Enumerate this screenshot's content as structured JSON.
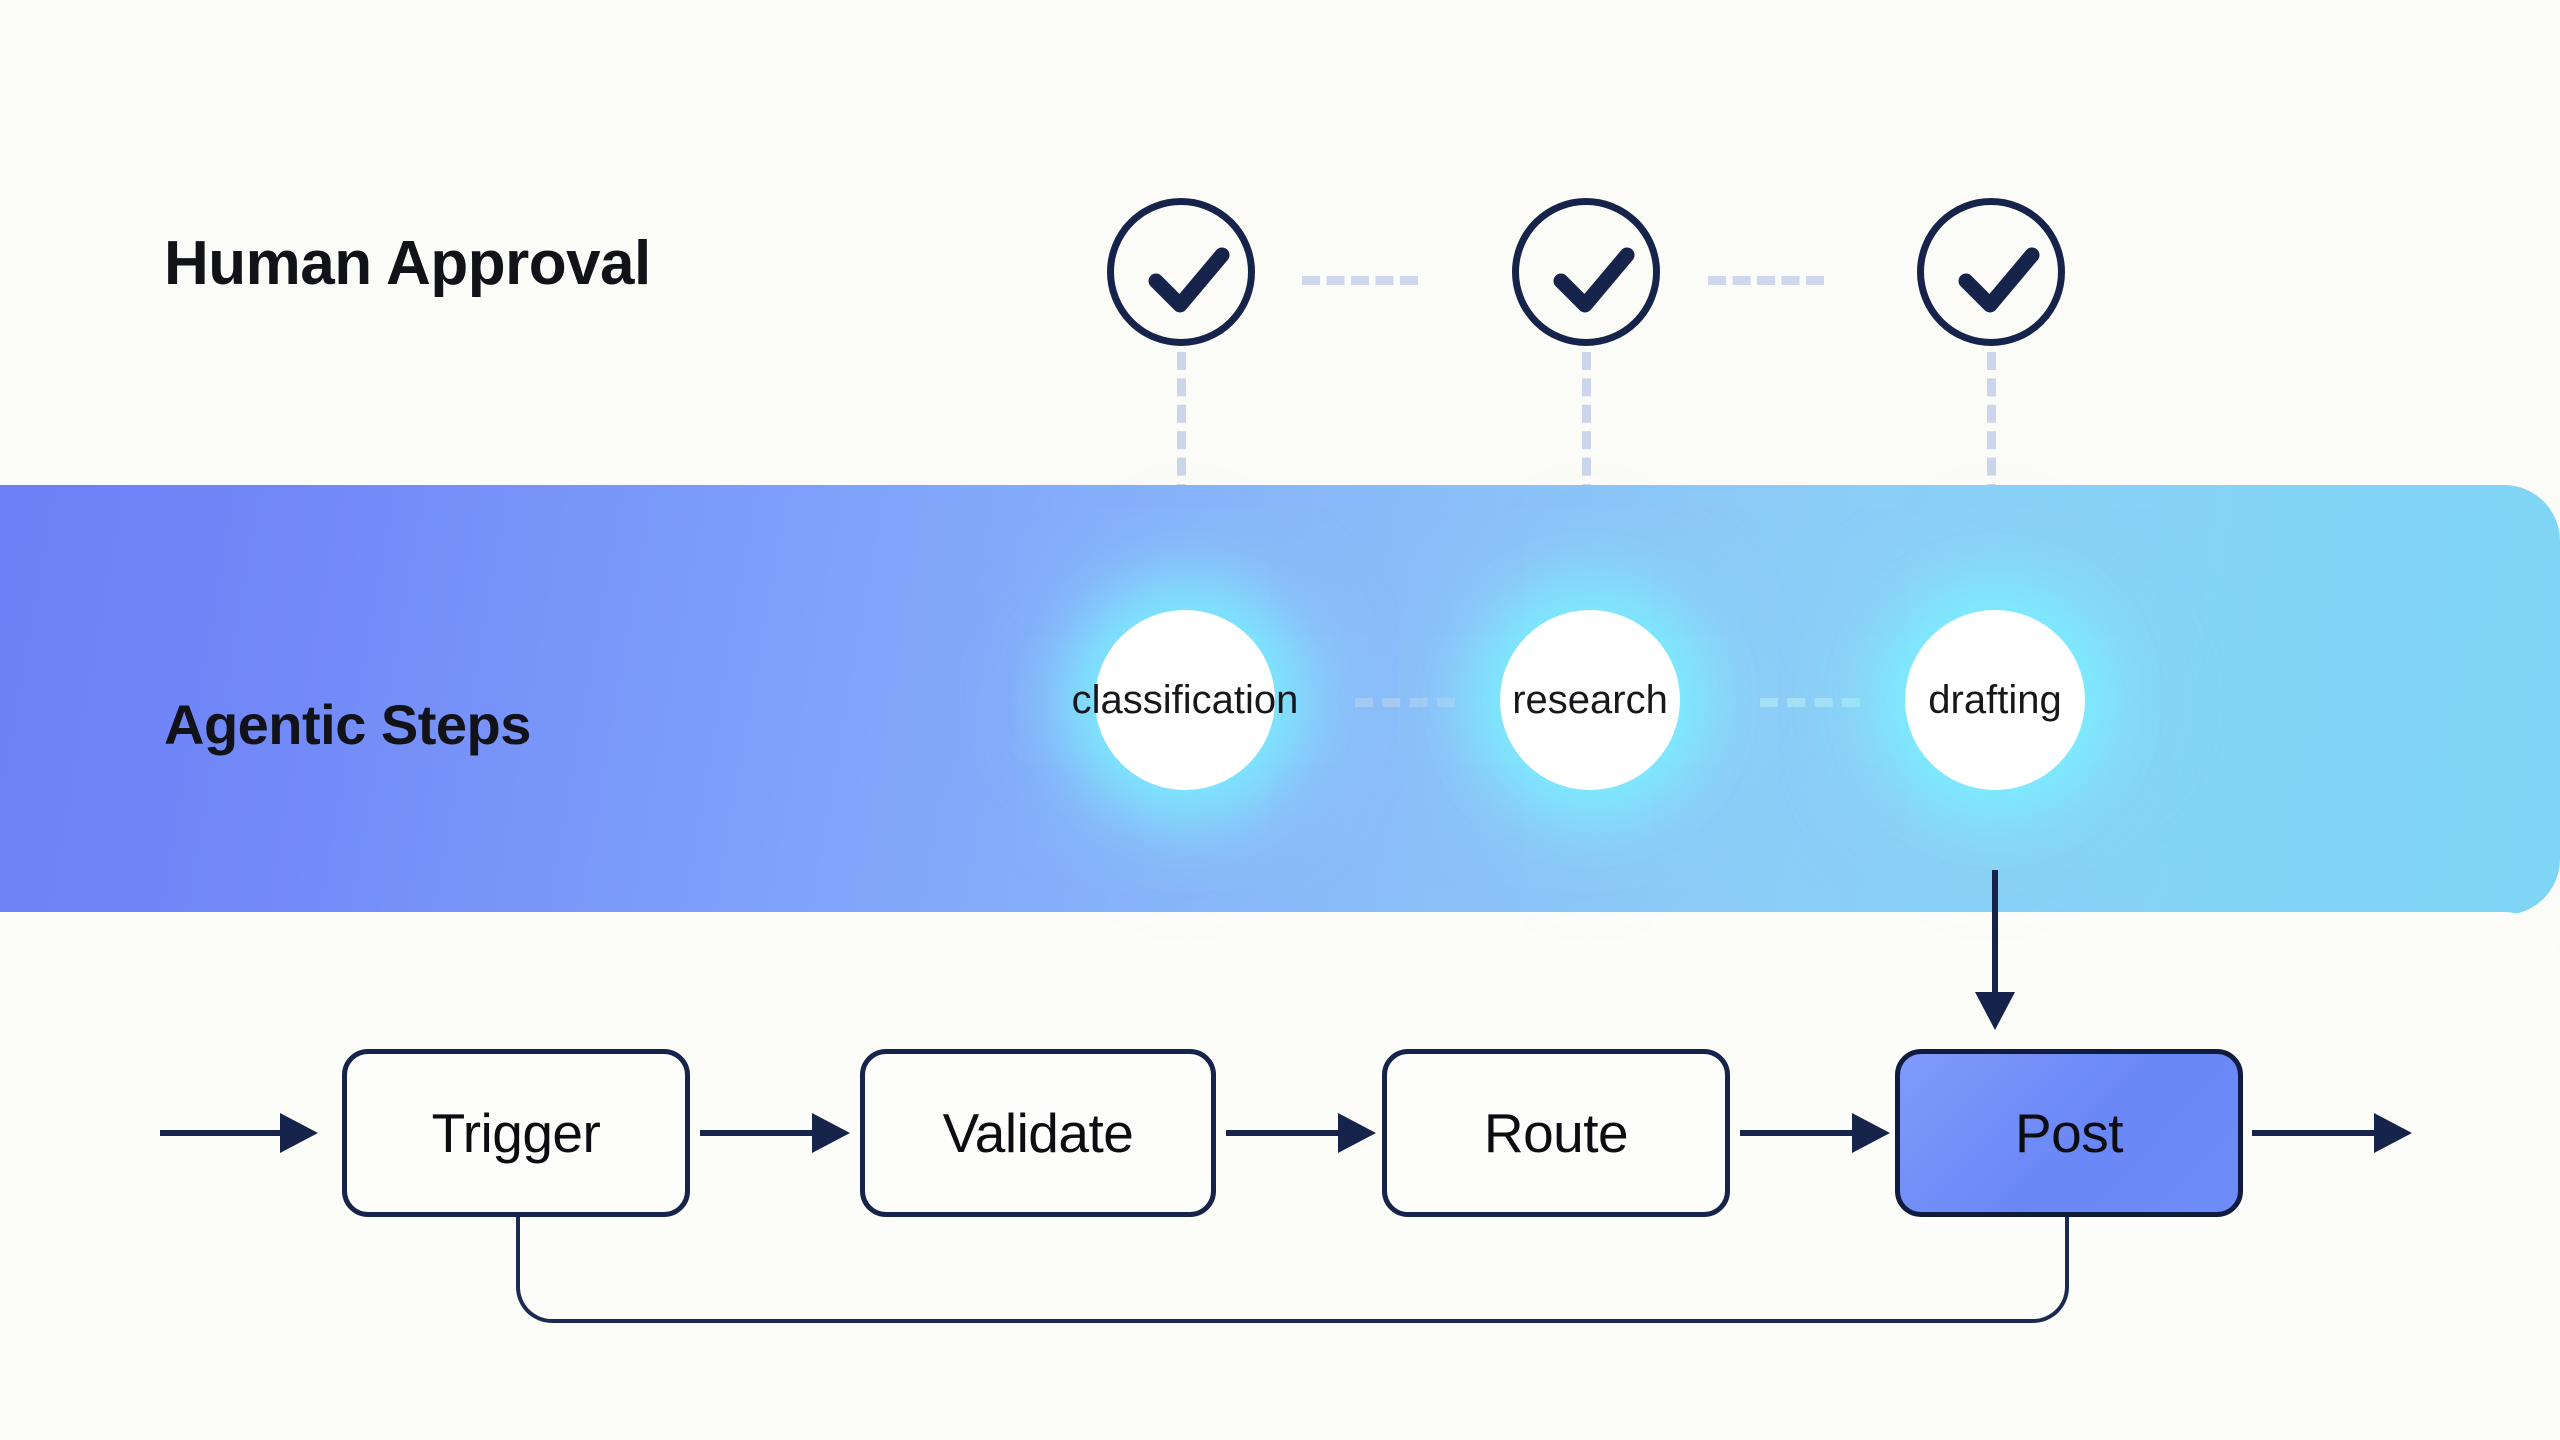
{
  "layers": {
    "approval": {
      "title": "Human Approval",
      "nodes": [
        {
          "icon": "check-icon",
          "name": "approval-check-1"
        },
        {
          "icon": "check-icon",
          "name": "approval-check-2"
        },
        {
          "icon": "check-icon",
          "name": "approval-check-3"
        }
      ]
    },
    "agentic": {
      "title": "Agentic Steps",
      "nodes": [
        {
          "label": "classification"
        },
        {
          "label": "research"
        },
        {
          "label": "drafting"
        }
      ]
    },
    "workflow": {
      "boxes": [
        {
          "label": "Trigger",
          "accent": false
        },
        {
          "label": "Validate",
          "accent": false
        },
        {
          "label": "Route",
          "accent": false
        },
        {
          "label": "Post",
          "accent": true
        }
      ]
    }
  },
  "colors": {
    "navy": "#16234a",
    "accent_box": "#6b87f6",
    "band_start": "#6b7ef7",
    "band_end": "#7ed5f5",
    "dash": "#ccd6ee",
    "page_bg": "#fbfbf7",
    "glow": "#78f0ff"
  }
}
